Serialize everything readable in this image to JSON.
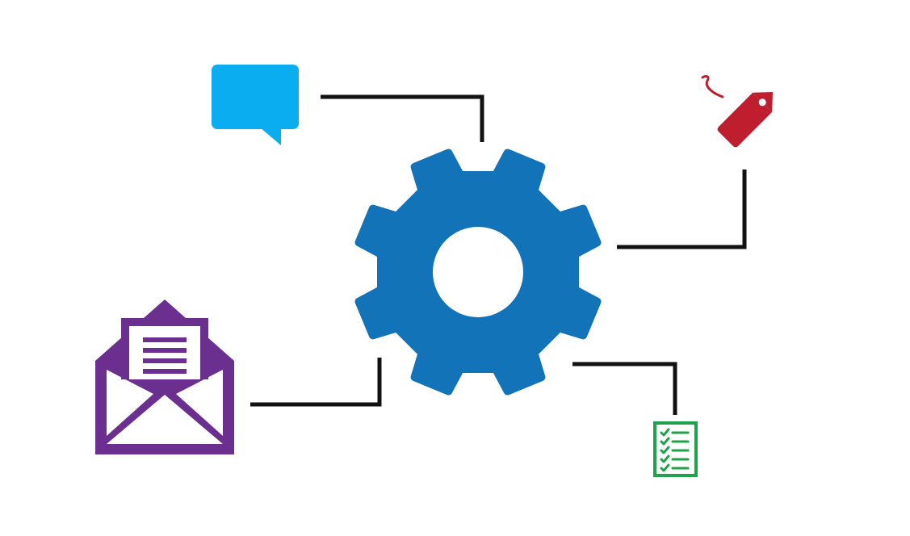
{
  "diagram": {
    "hub": {
      "icon": "gear-icon",
      "color": "#1273b9",
      "hole_color": "#ffffff"
    },
    "connector_color": "#111111",
    "nodes": [
      {
        "id": "chat",
        "icon": "speech-bubble-icon",
        "color": "#0aaef0"
      },
      {
        "id": "tag",
        "icon": "price-tag-icon",
        "color": "#be1e2d"
      },
      {
        "id": "mail",
        "icon": "open-envelope-icon",
        "color": "#6b2f8f"
      },
      {
        "id": "checklist",
        "icon": "checklist-icon",
        "color": "#1fa24a"
      }
    ]
  }
}
